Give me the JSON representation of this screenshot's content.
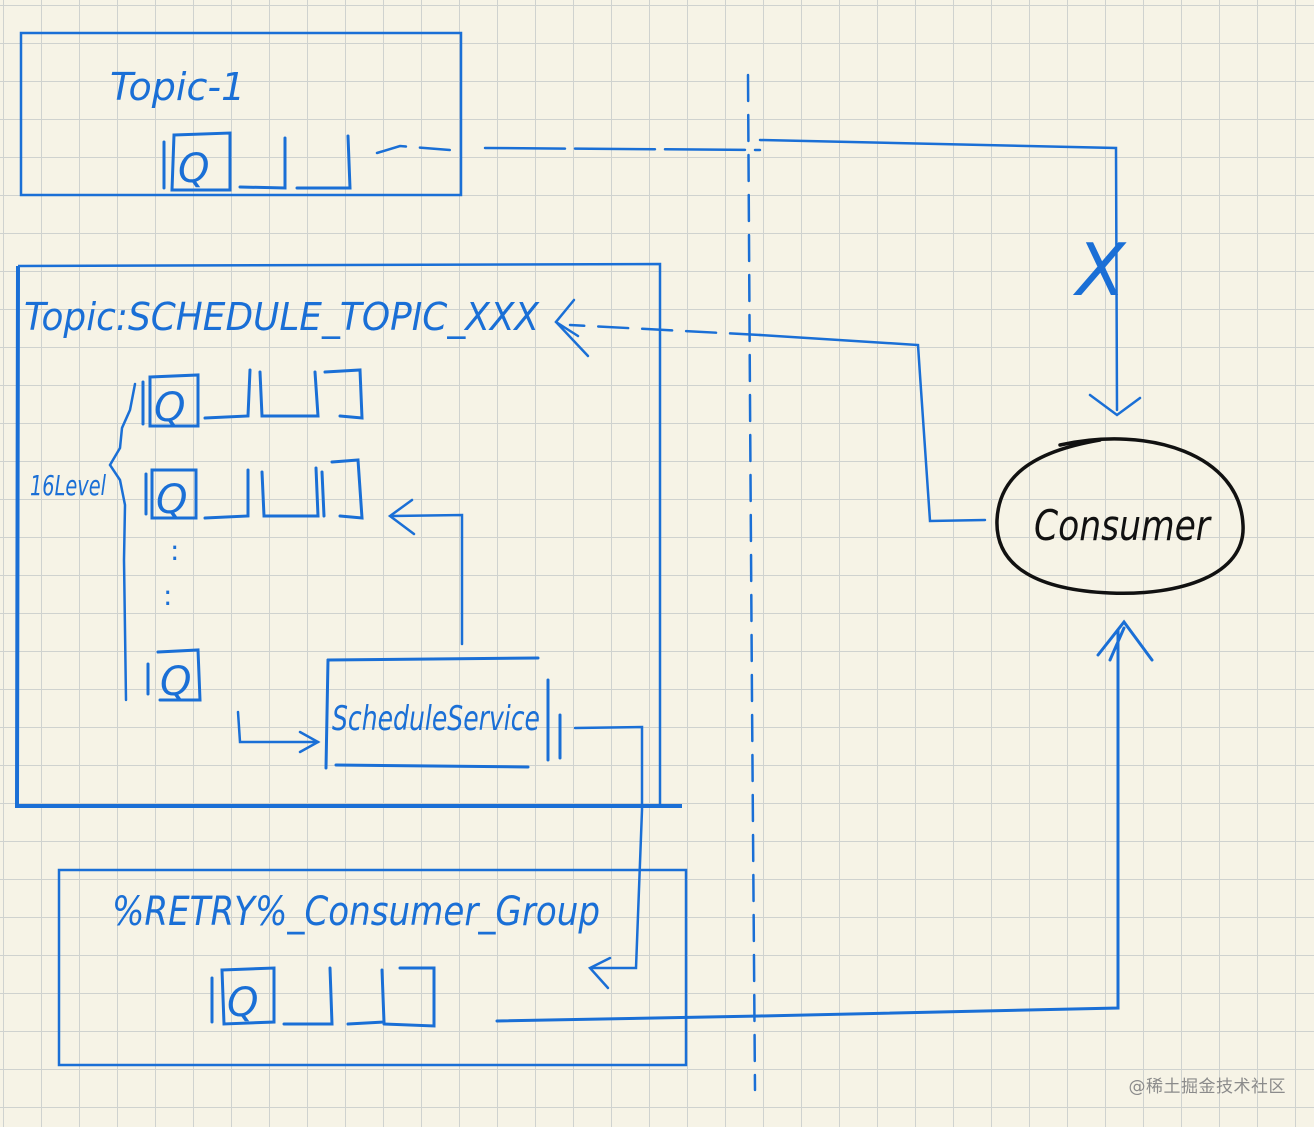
{
  "colors": {
    "ink": "#1a6fd6",
    "black": "#111111",
    "paper": "#f6f3e6",
    "grid": "#cfd2cf"
  },
  "topic1": {
    "label": "Topic-1",
    "queue_label": "Q"
  },
  "schedule_topic": {
    "label": "Topic:SCHEDULE_TOPIC_XXX",
    "queue_label": "Q",
    "level_label": "16Level",
    "ellipsis": ":"
  },
  "schedule_service": {
    "label": "ScheduleService"
  },
  "retry_topic": {
    "label": "%RETRY%_Consumer_Group",
    "queue_label": "Q"
  },
  "consumer": {
    "label": "Consumer"
  },
  "blocked_mark": "X",
  "watermark": "@稀土掘金技术社区"
}
